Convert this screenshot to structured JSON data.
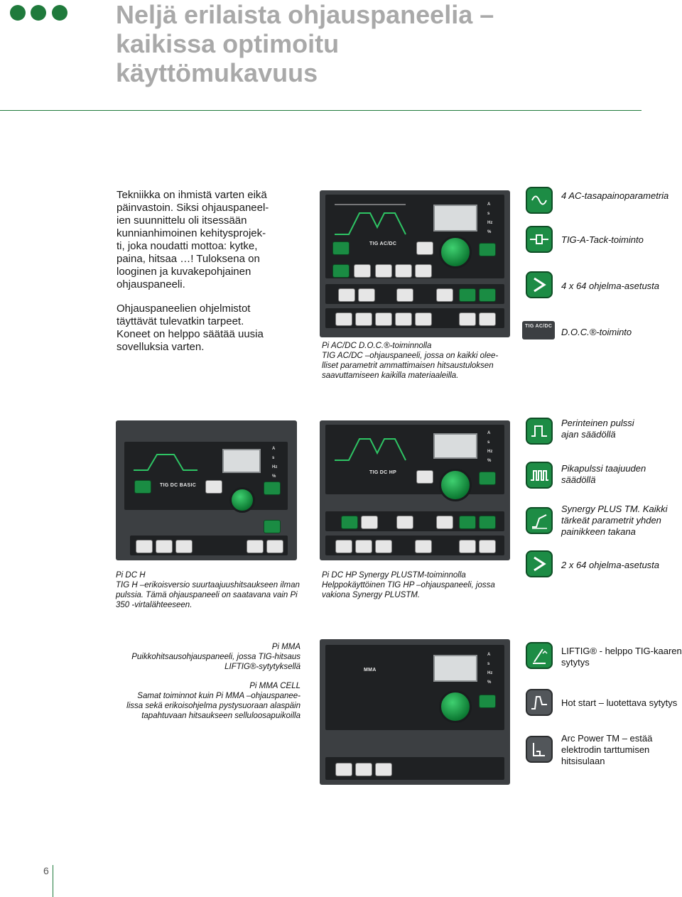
{
  "header": {
    "title_lines": [
      "Neljä erilaista ohjauspaneelia –",
      "kaikissa optimoitu",
      "käyttömukavuus"
    ]
  },
  "intro": {
    "p1_lines": [
      "Tekniikka on ihmistä varten eikä",
      "päinvastoin. Siksi ohjauspaneel-",
      "ien suunnittelu oli itsessään",
      "kunnianhimoinen kehitysprojek-",
      "ti, joka noudatti mottoa: kytke,",
      "paina, hitsaa …! Tuloksena on",
      "looginen ja kuvakepohjainen",
      "ohjauspaneeli."
    ],
    "p2_lines": [
      "Ohjauspaneelien ohjelmistot",
      "täyttävät tulevatkin tarpeet.",
      "Koneet on helppo säätää uusia",
      "sovelluksia varten."
    ]
  },
  "section1": {
    "panel_label": "TIG AC/DC",
    "caption_lines": [
      "Pi AC/DC D.O.C.®-toiminnolla",
      "TIG AC/DC –ohjauspaneeli, jossa on kaikki olee-",
      "lliset parametrit ammattimaisen hitsaustuloksen",
      "saavuttamiseen kaikilla materiaaleilla."
    ],
    "features": [
      {
        "icon": "ac-sine-icon",
        "text": "4 AC-tasapainoparametria"
      },
      {
        "icon": "tig-a-tack-icon",
        "text": "TIG-A-Tack-toiminto"
      },
      {
        "icon": "program-arrow-icon",
        "text": "4 x 64 ohjelma-asetusta"
      }
    ],
    "doc_badge": "TIG AC/DC",
    "doc_text": "D.O.C.®-toiminto"
  },
  "section2": {
    "panel_left_label": "TIG DC BASIC",
    "panel_right_label": "TIG DC HP",
    "caption_left_lines": [
      "Pi DC H",
      "TIG H –erikoisversio suurtaajuushitsaukseen ilman",
      "pulssia. Tämä ohjauspaneeli on saatavana vain  Pi",
      "350 -virtalähteeseen."
    ],
    "caption_right_lines": [
      "Pi DC HP Synergy PLUSTM-toiminnolla",
      "Helppokäyttöinen TIG HP –ohjauspaneeli, jossa",
      "vakiona Synergy PLUSTM."
    ],
    "features": [
      {
        "icon": "pulse-icon",
        "lines": [
          "Perinteinen pulssi",
          "ajan säädöllä"
        ]
      },
      {
        "icon": "fast-pulse-icon",
        "lines": [
          "Pikapulssi taajuuden",
          "säädöllä"
        ]
      },
      {
        "icon": "synergy-icon",
        "lines": [
          "Synergy PLUS TM. Kaikki",
          "tärkeät parametrit yhden",
          "painikkeen takana"
        ]
      },
      {
        "icon": "program-arrow-icon",
        "lines": [
          "2 x 64 ohjelma-asetusta"
        ]
      }
    ]
  },
  "section3": {
    "panel_label": "MMA",
    "caption1_lines": [
      "Pi MMA",
      "Puikkohitsausohjauspaneeli, jossa TIG-hitsaus",
      "LIFTIG®-sytytyksellä"
    ],
    "caption2_lines": [
      "Pi MMA CELL",
      "Samat toiminnot kuin Pi MMA –ohjauspanee-",
      "lissa sekä erikoisohjelma pystysuoraan alaspäin",
      "tapahtuvaan hitsaukseen selluloosapuikoilla"
    ],
    "features": [
      {
        "icon": "liftig-icon",
        "lines": [
          "LIFTIG® - helppo TIG-kaaren",
          "sytytys"
        ]
      },
      {
        "icon": "hot-start-icon",
        "lines": [
          "Hot start – luotettava sytytys"
        ]
      },
      {
        "icon": "arc-power-icon",
        "lines": [
          "Arc Power TM – estää",
          "elektrodin tarttumisen",
          "hitsisulaan"
        ]
      }
    ]
  },
  "panel_leds": [
    "A",
    "s",
    "Hz",
    "%"
  ],
  "footer": {
    "page_number": "6"
  },
  "colors": {
    "accent": "#1f7a3c",
    "title_grey": "#a9a9a9",
    "panel": "#3c3f42"
  }
}
